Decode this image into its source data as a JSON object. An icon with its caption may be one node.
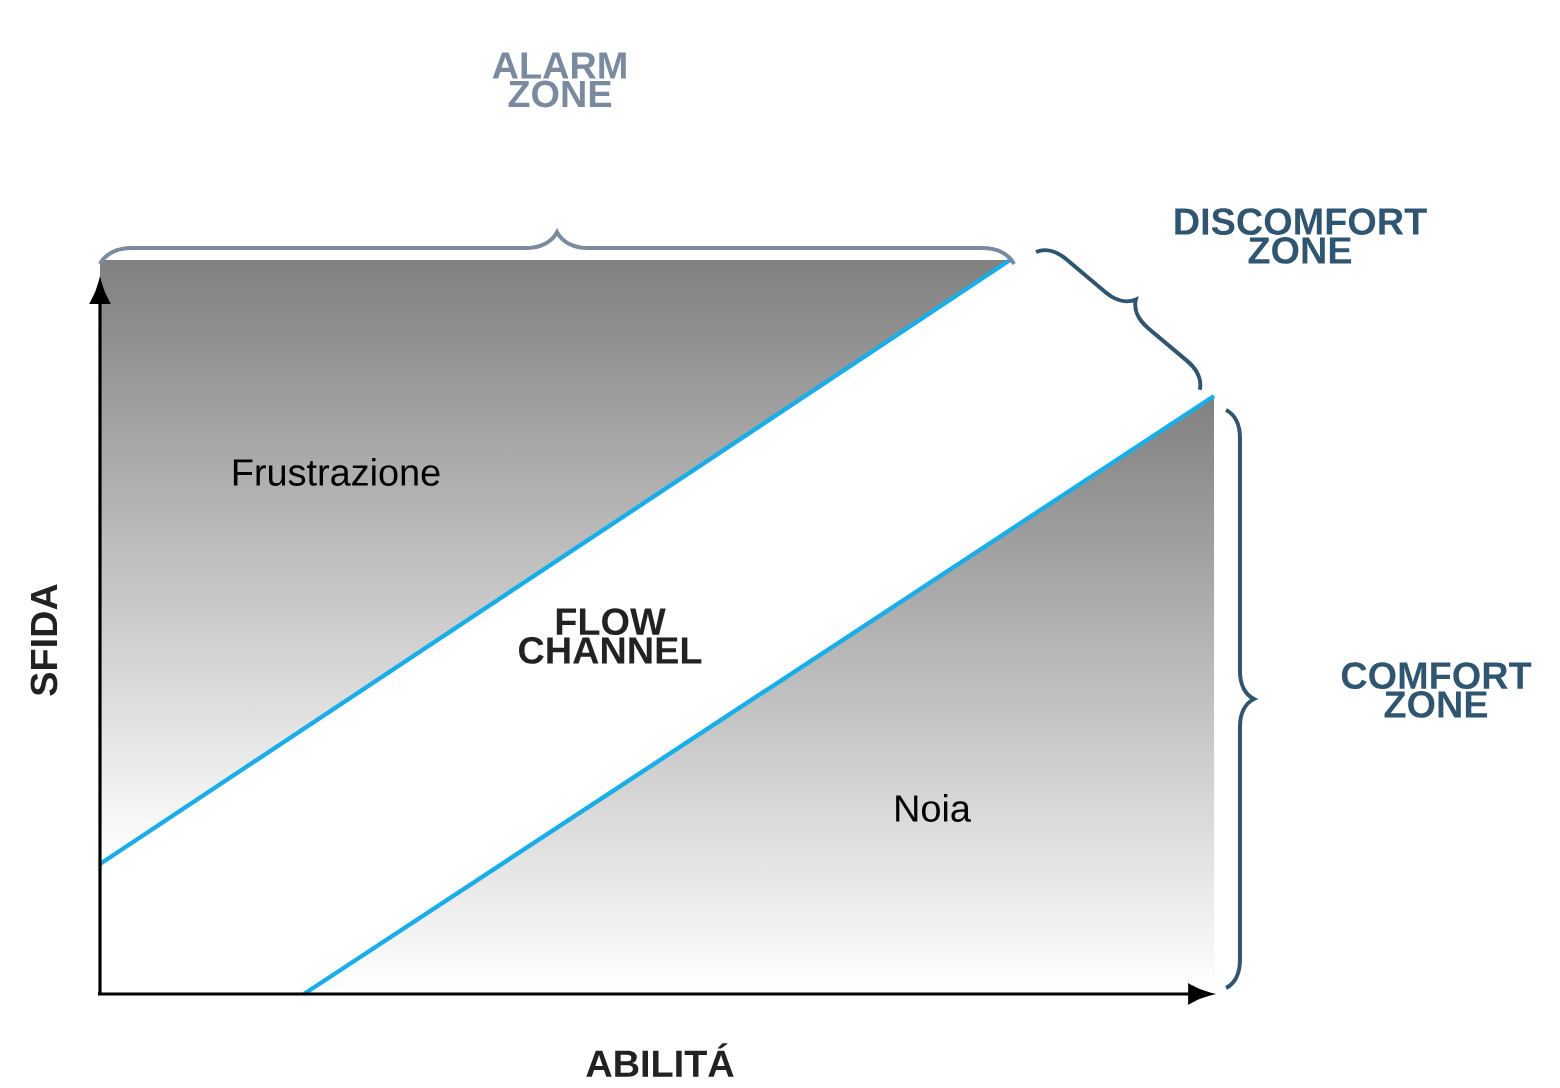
{
  "diagram": {
    "labels": [
      "ALARM ZONE",
      "DISCOMFORT ZONE",
      "Frustrazione",
      "FLOW CHANNEL",
      "COMFORT ZONE",
      "SFIDA",
      "Noia",
      "ABILITÁ"
    ]
  }
}
